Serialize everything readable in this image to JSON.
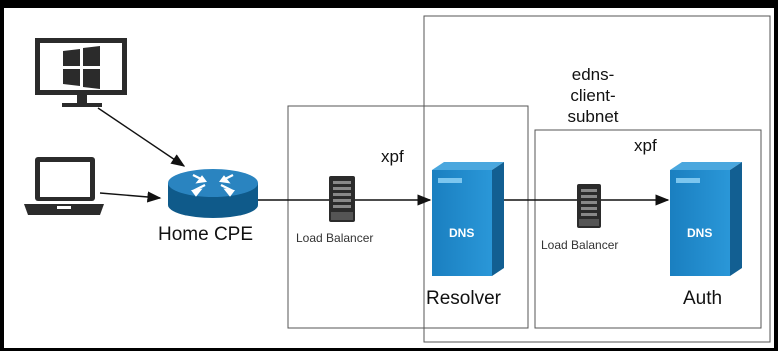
{
  "nodes": {
    "home_cpe_label": "Home CPE",
    "load_balancer_1_label": "Load Balancer",
    "load_balancer_2_label": "Load Balancer",
    "resolver_label": "Resolver",
    "auth_label": "Auth",
    "dns_resolver_text": "DNS",
    "dns_auth_text": "DNS"
  },
  "edges": {
    "xpf_1": "xpf",
    "xpf_2": "xpf",
    "ecs_line1": "edns-",
    "ecs_line2": "client-",
    "ecs_line3": "subnet"
  },
  "icons": {
    "desktop": "windows-desktop-icon",
    "laptop": "laptop-icon",
    "router": "router-icon",
    "server": "server-icon",
    "dns_server": "dns-server-icon"
  },
  "colors": {
    "background": "#ffffff",
    "frame": "#000000",
    "icon_dark": "#2b2b2b",
    "router_blue": "#1a6fa5",
    "dns_blue": "#1e86c4",
    "box_border": "#555555"
  }
}
